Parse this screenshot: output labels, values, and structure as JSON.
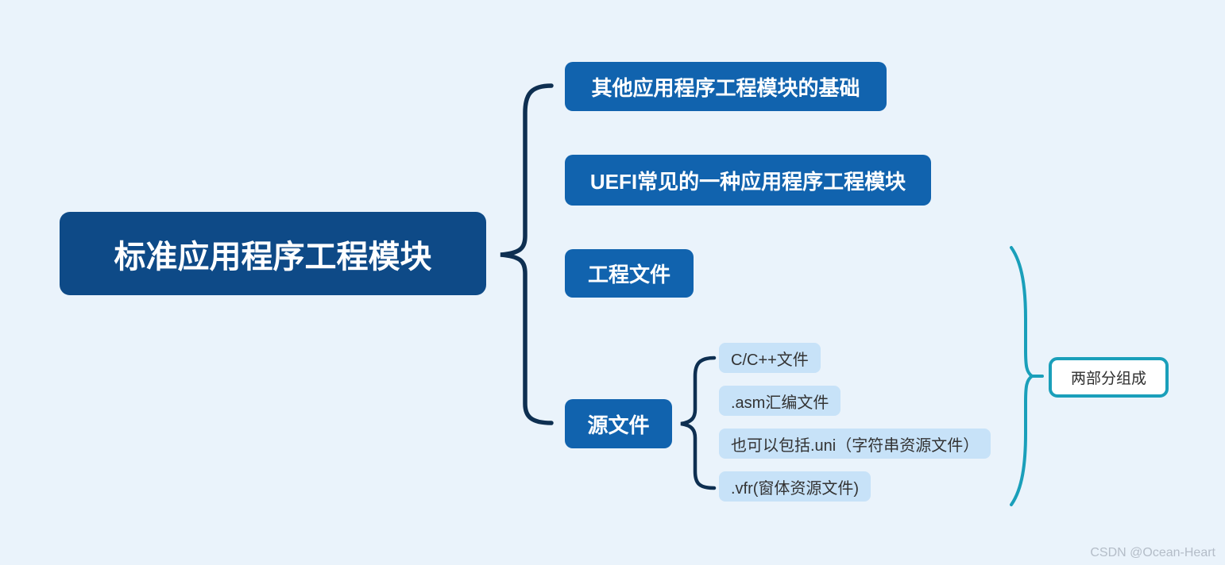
{
  "canvas": {
    "background": "#eaf3fb",
    "watermark": "CSDN @Ocean-Heart"
  },
  "colors": {
    "root_bg": "#0e4a87",
    "child_bg": "#1163ae",
    "leaf_bg": "#c7e2f8",
    "leaf_text": "#333333",
    "node_text": "#ffffff",
    "brace": "#0e2f51",
    "summary_accent": "#1a9fba",
    "summary_text": "#2f2f2f",
    "watermark_text": "#b4bdc8"
  },
  "mindmap": {
    "root": {
      "label": "标准应用程序工程模块"
    },
    "children": [
      {
        "label": "其他应用程序工程模块的基础"
      },
      {
        "label": "UEFI常见的一种应用程序工程模块"
      },
      {
        "label": "工程文件"
      },
      {
        "label": "源文件",
        "children": [
          {
            "label": "C/C++文件"
          },
          {
            "label": ".asm汇编文件"
          },
          {
            "label": "也可以包括.uni（字符串资源文件）"
          },
          {
            "label": ".vfr(窗体资源文件)"
          }
        ]
      }
    ],
    "summary": {
      "label": "两部分组成"
    }
  }
}
